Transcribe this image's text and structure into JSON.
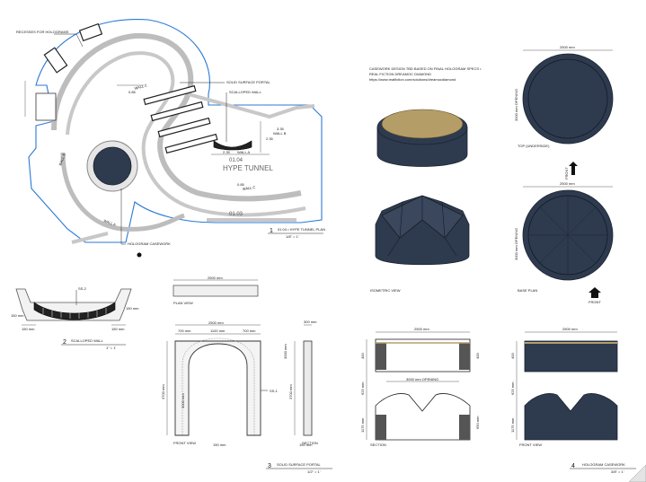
{
  "plan": {
    "recesses_label": "RECESSES FOR HOLOGRAMS",
    "portal_label": "SOLID SURFACE PORTAL",
    "scalloped_label": "SCALLOPED WALL",
    "casework_label": "HOLOGRAM CASEWORK",
    "room_number_1": "01.04",
    "room_name": "HYPE TUNNEL",
    "room_number_2": "01.03",
    "walls": [
      "WALL C",
      "WALL B",
      "WALL A",
      "WALL C",
      "WALL B",
      "WALL A"
    ],
    "dim_labels": [
      "0.85",
      "2.35",
      "3.35",
      "2.35",
      "0.85"
    ]
  },
  "titles": [
    {
      "num": "1",
      "title": "01.04 • HYPE TUNNEL PLAN",
      "scale": "1/8\" = 1'"
    },
    {
      "num": "2",
      "title": "SCALLOPED WALL",
      "scale": "1\" = 1'"
    },
    {
      "num": "3",
      "title": "SOLID SURFACE PORTAL",
      "scale": "1/2\" = 1'"
    },
    {
      "num": "4",
      "title": "HOLOGRAM CASEWORK",
      "scale": "3/8\" = 1'"
    }
  ],
  "scalloped": {
    "tag": "SS-2",
    "dim_left": "150 mm",
    "dim_right": "150 mm",
    "dim_bottom_left": "150 mm",
    "dim_bottom_right": "150 mm"
  },
  "portal": {
    "plan_dim": "2500 mm",
    "plan_label": "PLAN VIEW",
    "front_dims_top": [
      "2500 mm",
      "700 mm",
      "1100 mm",
      "700 mm"
    ],
    "front_height": "3700 mm",
    "front_opening": "3000 mm",
    "front_bottom": "150 mm",
    "front_label": "FRONT VIEW",
    "section_top": "300 mm",
    "section_height": "3700 mm",
    "section_inner": "3000 mm",
    "section_bottom": "150 mm",
    "section_label": "SECTION",
    "tag": "SS-1"
  },
  "casework": {
    "note_lines": [
      "CASEWORK DESIGN TBD BASED ON FINAL HOLOGRAM SPECS •",
      "REAL FICTION DREAMOC DIAMOND",
      "https://www.realfiction.com/solutions/dreamocdiamond"
    ],
    "iso_label": "ISOMETRIC VIEW",
    "top_dim": "2500 mm",
    "top_side": "3000 mm OPENING",
    "top_label": "TOP (UNDERSIDE)",
    "base_dim": "2500 mm",
    "base_side": "3000 mm OPENING",
    "base_label": "BASE PLAN",
    "front_arrow_1": "FRONT",
    "front_arrow_2": "FRONT",
    "section_top_dim": "2500 mm",
    "section_opening": "3000 mm OPENING",
    "section_dims_left": [
      "400",
      "625 mm",
      "1175 mm"
    ],
    "section_dims_right": [
      "400",
      "650 mm"
    ],
    "section_label": "SECTION",
    "front_top_dim": "2500 mm",
    "front_dims_left": [
      "400",
      "625 mm",
      "1175 mm"
    ],
    "front_label": "FRONT VIEW"
  }
}
